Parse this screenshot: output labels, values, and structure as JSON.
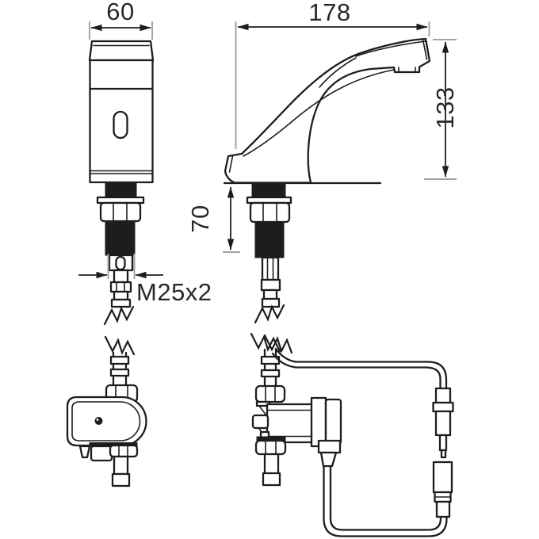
{
  "drawing": {
    "type": "technical-dimension-drawing",
    "subject": "sensor-faucet-with-control-unit"
  },
  "colors": {
    "line": "#1d1d1b",
    "extension_line_gray": "#a0a3a5",
    "background": "#ffffff"
  },
  "dimensions": {
    "front_width_mm": "60",
    "side_length_mm": "178",
    "spout_height_mm": "133",
    "under_deck_mm": "70",
    "thread_size": "M25x2"
  }
}
